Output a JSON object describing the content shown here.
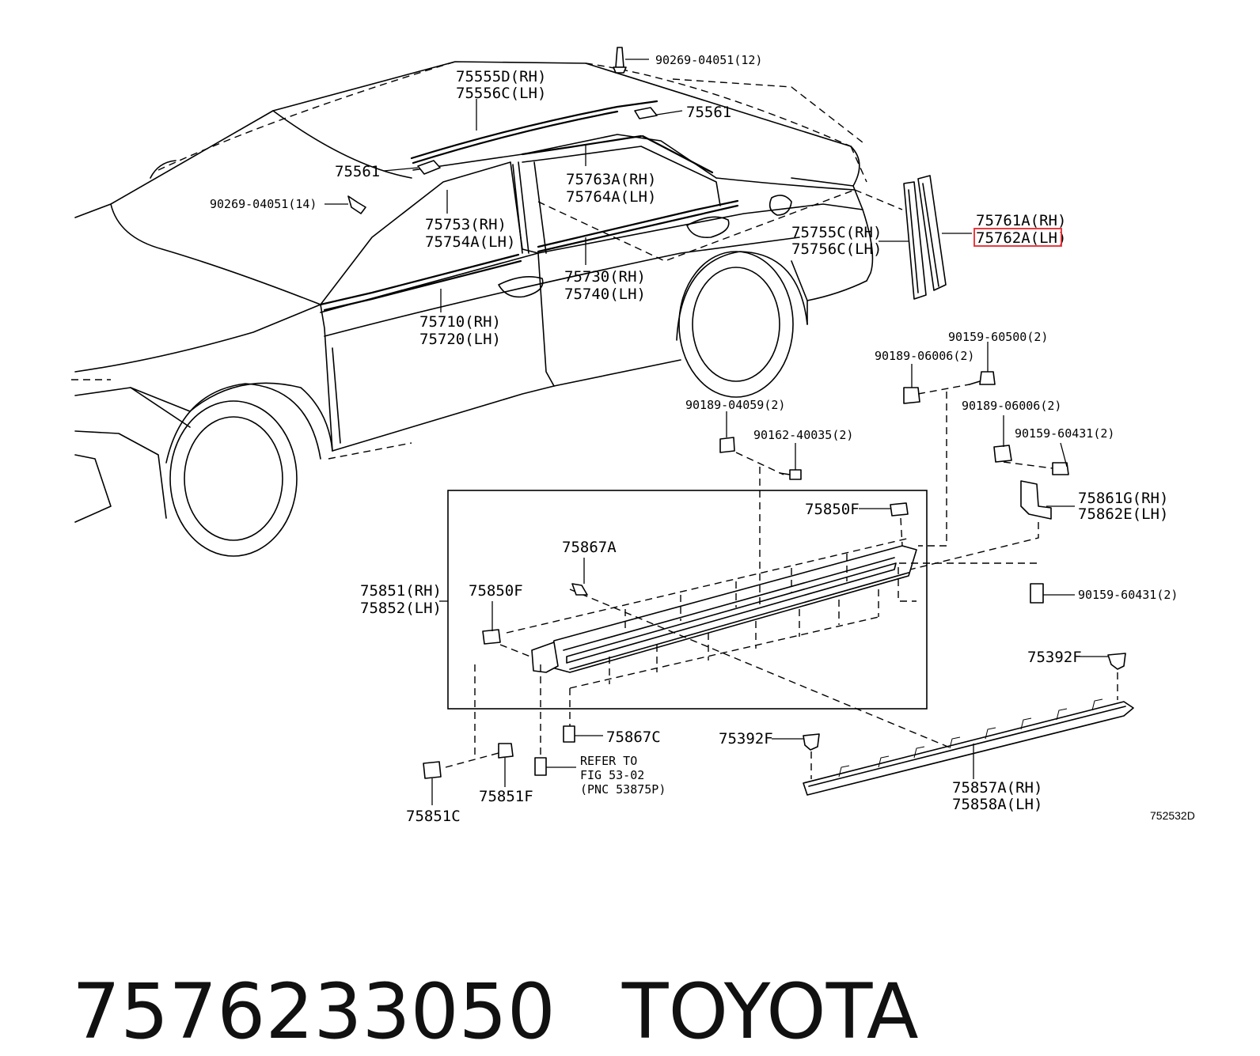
{
  "diagram": {
    "illustration_id": "752532D",
    "highlight_color": "#e8262c",
    "labels": {
      "p90269_04051_12": "90269-04051(12)",
      "p75555D": "75555D(RH)",
      "p75556C": "75556C(LH)",
      "p75561_a": "75561",
      "p75561_b": "75561",
      "p90269_04051_14": "90269-04051(14)",
      "p75763A": "75763A(RH)",
      "p75764A": "75764A(LH)",
      "p75753": "75753(RH)",
      "p75754A": "75754A(LH)",
      "p75761A": "75761A(RH)",
      "p75762A": "75762A(LH)",
      "p75755C": "75755C(RH)",
      "p75756C": "75756C(LH)",
      "p75730": "75730(RH)",
      "p75740": "75740(LH)",
      "p75710": "75710(RH)",
      "p75720": "75720(LH)",
      "p90159_60500": "90159-60500(2)",
      "p90189_06006_a": "90189-06006(2)",
      "p90189_04059": "90189-04059(2)",
      "p90189_06006_b": "90189-06006(2)",
      "p90162_40035": "90162-40035(2)",
      "p90159_60431_a": "90159-60431(2)",
      "p75850F_a": "75850F",
      "p75861G": "75861G(RH)",
      "p75862E": "75862E(LH)",
      "p75867A": "75867A",
      "p75851": "75851(RH)",
      "p75852": "75852(LH)",
      "p75850F_b": "75850F",
      "p90159_60431_b": "90159-60431(2)",
      "p75392F_a": "75392F",
      "p75392F_b": "75392F",
      "p75867C": "75867C",
      "refer_1": "REFER TO",
      "refer_2": "FIG 53-02",
      "refer_3": "(PNC 53875P)",
      "p75851F": "75851F",
      "p75851C": "75851C",
      "p75857A": "75857A(RH)",
      "p75858A": "75858A(LH)"
    }
  },
  "caption": {
    "part_number": "7576233050",
    "brand": "TOYOTA"
  }
}
